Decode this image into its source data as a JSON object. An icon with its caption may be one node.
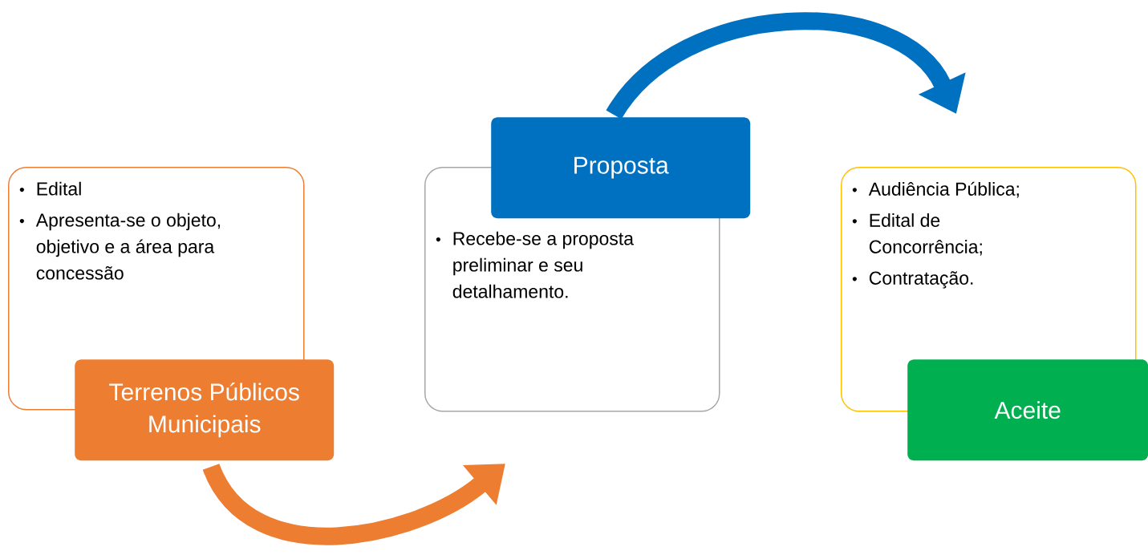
{
  "diagram": {
    "nodes": [
      {
        "text": [
          "Edital",
          "Apresenta-se o objeto, objetivo e a área para concessão"
        ]
      },
      {
        "text": [
          "Terrenos Públicos Municipais"
        ]
      },
      {
        "text": [
          "Recebe-se a proposta preliminar e seu detalhamento."
        ]
      },
      {
        "text": [
          "Proposta"
        ]
      },
      {
        "text": [
          "Audiência Pública;",
          "Edital de Concorrência;",
          "Contratação."
        ]
      },
      {
        "text": [
          "Aceite"
        ]
      }
    ],
    "edges": [
      {
        "from": 1,
        "to": 2,
        "arrow": "to",
        "color": "#ed7d31"
      },
      {
        "from": 3,
        "to": 4,
        "arrow": "to",
        "color": "#0070c0"
      }
    ]
  }
}
